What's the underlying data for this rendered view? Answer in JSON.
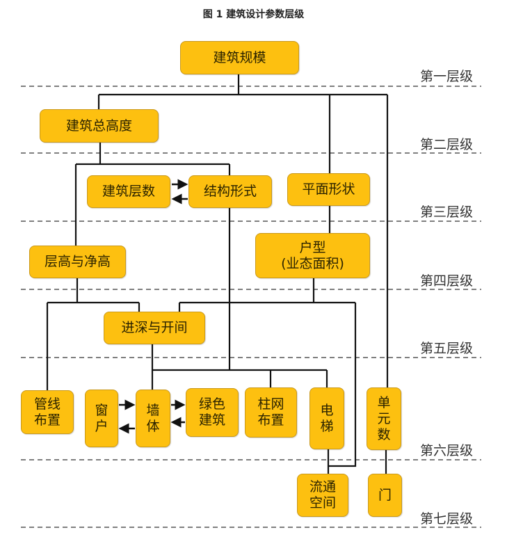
{
  "title": "图 1  建筑设计参数层级",
  "levels": [
    "第一层级",
    "第二层级",
    "第三层级",
    "第四层级",
    "第五层级",
    "第六层级",
    "第七层级"
  ],
  "nodes": {
    "scale": "建筑规模",
    "total_height": "建筑总高度",
    "floors": "建筑层数",
    "structure": "结构形式",
    "plan_shape": "平面形状",
    "storey_height": "层高与净高",
    "unit_type": "户型\n(业态面积)",
    "depth_bay": "进深与开间",
    "pipelines": "管线\n布置",
    "window": "窗\n户",
    "wall": "墙\n体",
    "green": "绿色\n建筑",
    "column_grid": "柱网\n布置",
    "elevator": "电\n梯",
    "units": "单\n元\n数",
    "circulation": "流通\n空间",
    "door": "门"
  }
}
